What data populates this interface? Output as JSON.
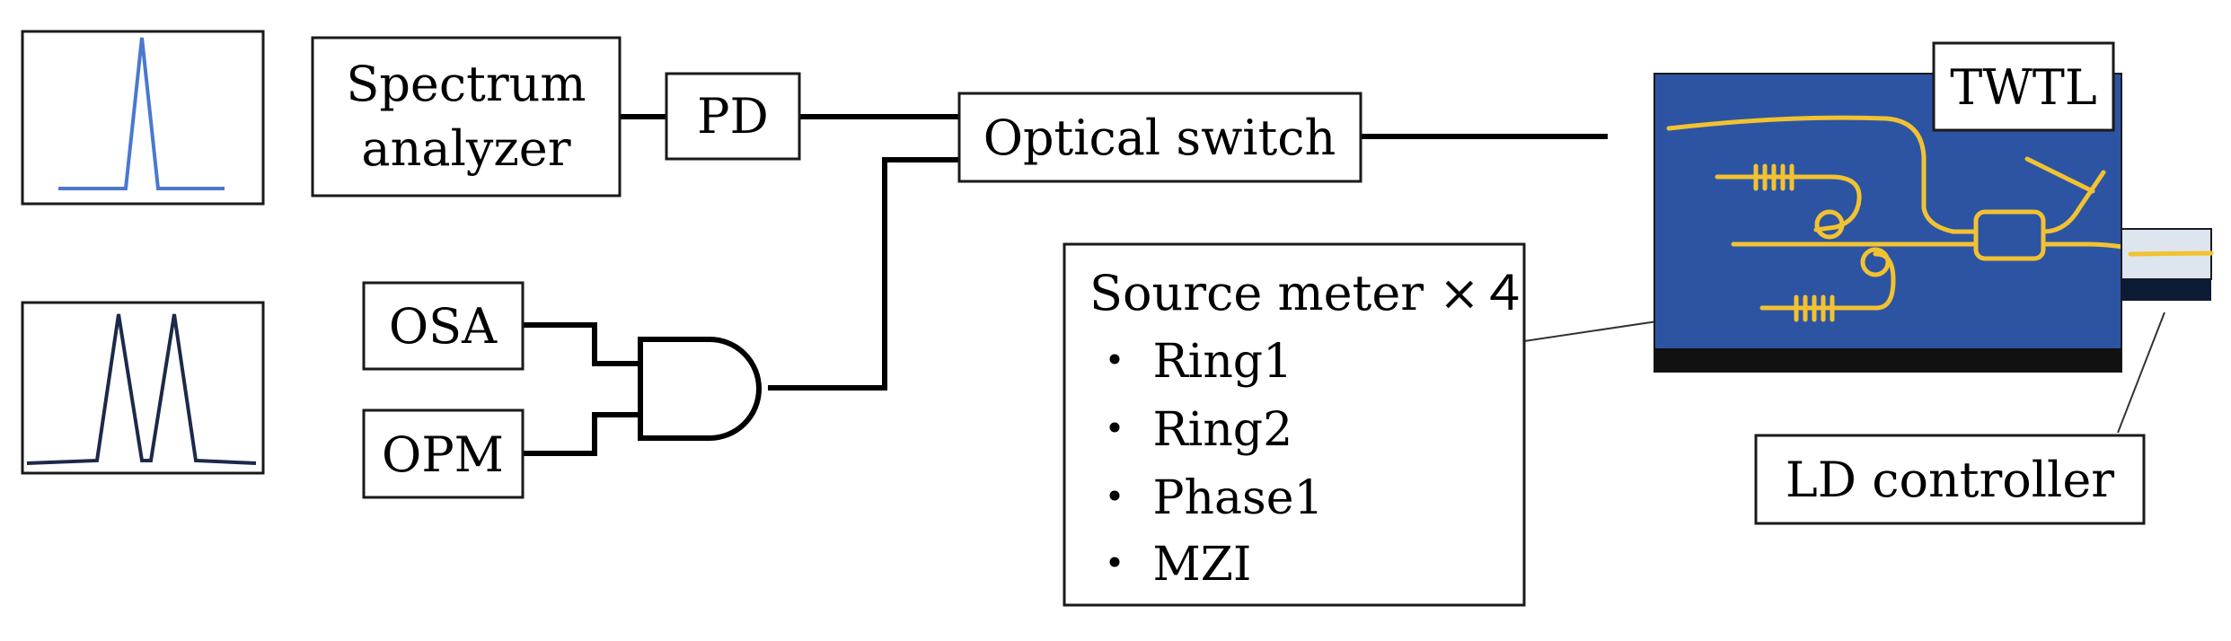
{
  "blocks": {
    "spectrum_analyzer": {
      "line1": "Spectrum",
      "line2": "analyzer"
    },
    "pd": "PD",
    "optical_switch": "Optical switch",
    "osa": "OSA",
    "opm": "OPM",
    "twtl": "TWTL",
    "ld_controller": "LD controller"
  },
  "source_meter": {
    "title": "Source meter ×４",
    "items": [
      "・ Ring1",
      "・ Ring2",
      "・ Phase1",
      "・ MZI"
    ]
  },
  "colors": {
    "chip_blue": "#2d54a3",
    "trace_gold": "#f2c230",
    "single_peak": "#4a78cf",
    "double_peak": "#1b2a4a"
  }
}
